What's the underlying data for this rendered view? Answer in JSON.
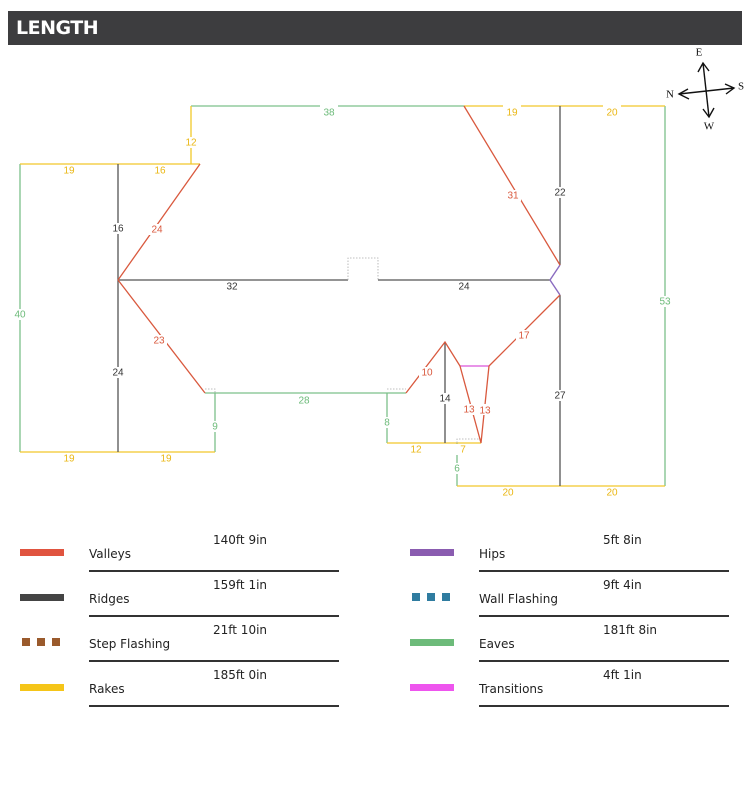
{
  "header": {
    "title": "LENGTH"
  },
  "compass": {
    "north": "N",
    "south": "S",
    "east": "E",
    "west": "W"
  },
  "colors": {
    "valleys": "#e0543f",
    "ridges": "#444444",
    "step_flashing": "#9a5a2c",
    "rakes": "#f5c518",
    "hips": "#8a5cb0",
    "wall_flashing": "#2f7ca0",
    "eaves": "#6dbb7a",
    "transitions": "#ee55ee"
  },
  "diagram": {
    "labels": {
      "eave_top": "38",
      "rake_top_19": "19",
      "rake_top_20": "20",
      "rake_12": "12",
      "rake_left_19": "19",
      "rake_left_16": "16",
      "ridge_16": "16",
      "valley_24": "24",
      "eave_40": "40",
      "ridge_32": "32",
      "ridge_24_center": "24",
      "valley_31": "31",
      "ridge_22": "22",
      "eave_53": "53",
      "valley_23": "23",
      "ridge_24_left": "24",
      "eave_28": "28",
      "eave_9": "9",
      "rake_bottom_19a": "19",
      "rake_bottom_19b": "19",
      "valley_10": "10",
      "ridge_14": "14",
      "valley_13a": "13",
      "valley_13b": "13",
      "valley_17": "17",
      "ridge_27": "27",
      "eave_8": "8",
      "rake_12_bottom": "12",
      "rake_7": "7",
      "eave_6": "6",
      "rake_bottom_20a": "20",
      "rake_bottom_20b": "20"
    }
  },
  "legend": {
    "items": [
      {
        "name": "Valleys",
        "value": "140ft 9in"
      },
      {
        "name": "Ridges",
        "value": "159ft 1in"
      },
      {
        "name": "Step Flashing",
        "value": "21ft 10in"
      },
      {
        "name": "Rakes",
        "value": "185ft 0in"
      },
      {
        "name": "Hips",
        "value": "5ft 8in"
      },
      {
        "name": "Wall Flashing",
        "value": "9ft 4in"
      },
      {
        "name": "Eaves",
        "value": "181ft 8in"
      },
      {
        "name": "Transitions",
        "value": "4ft 1in"
      }
    ]
  }
}
